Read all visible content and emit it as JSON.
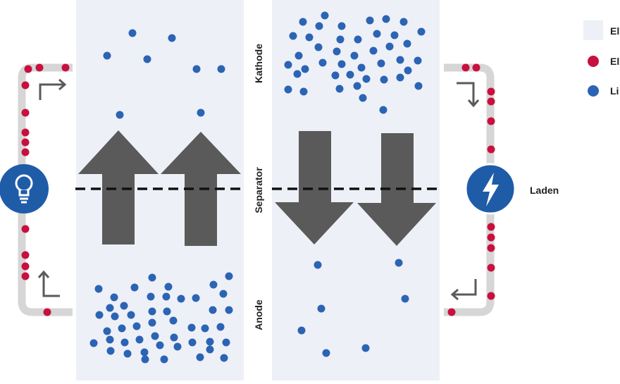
{
  "diagram": {
    "labels": {
      "cathode": "Kathode",
      "separator": "Separator",
      "anode": "Anode",
      "charge": "Laden"
    },
    "legend": [
      {
        "key": "electrolyte",
        "label": "El",
        "color": "#eef0f7"
      },
      {
        "key": "electron",
        "label": "El",
        "color": "#c8103e"
      },
      {
        "key": "lithium-ion",
        "label": "Li",
        "color": "#2b64b4"
      }
    ],
    "colors": {
      "electrolyte": "#eef0f7",
      "electron": "#c8103e",
      "lithium_ion": "#2b64b4",
      "arrow": "#5a5a5a",
      "wire": "#d6d6d6",
      "icon_circle": "#1f5ca8"
    },
    "icons": [
      "lightbulb-icon",
      "lightning-icon"
    ]
  }
}
